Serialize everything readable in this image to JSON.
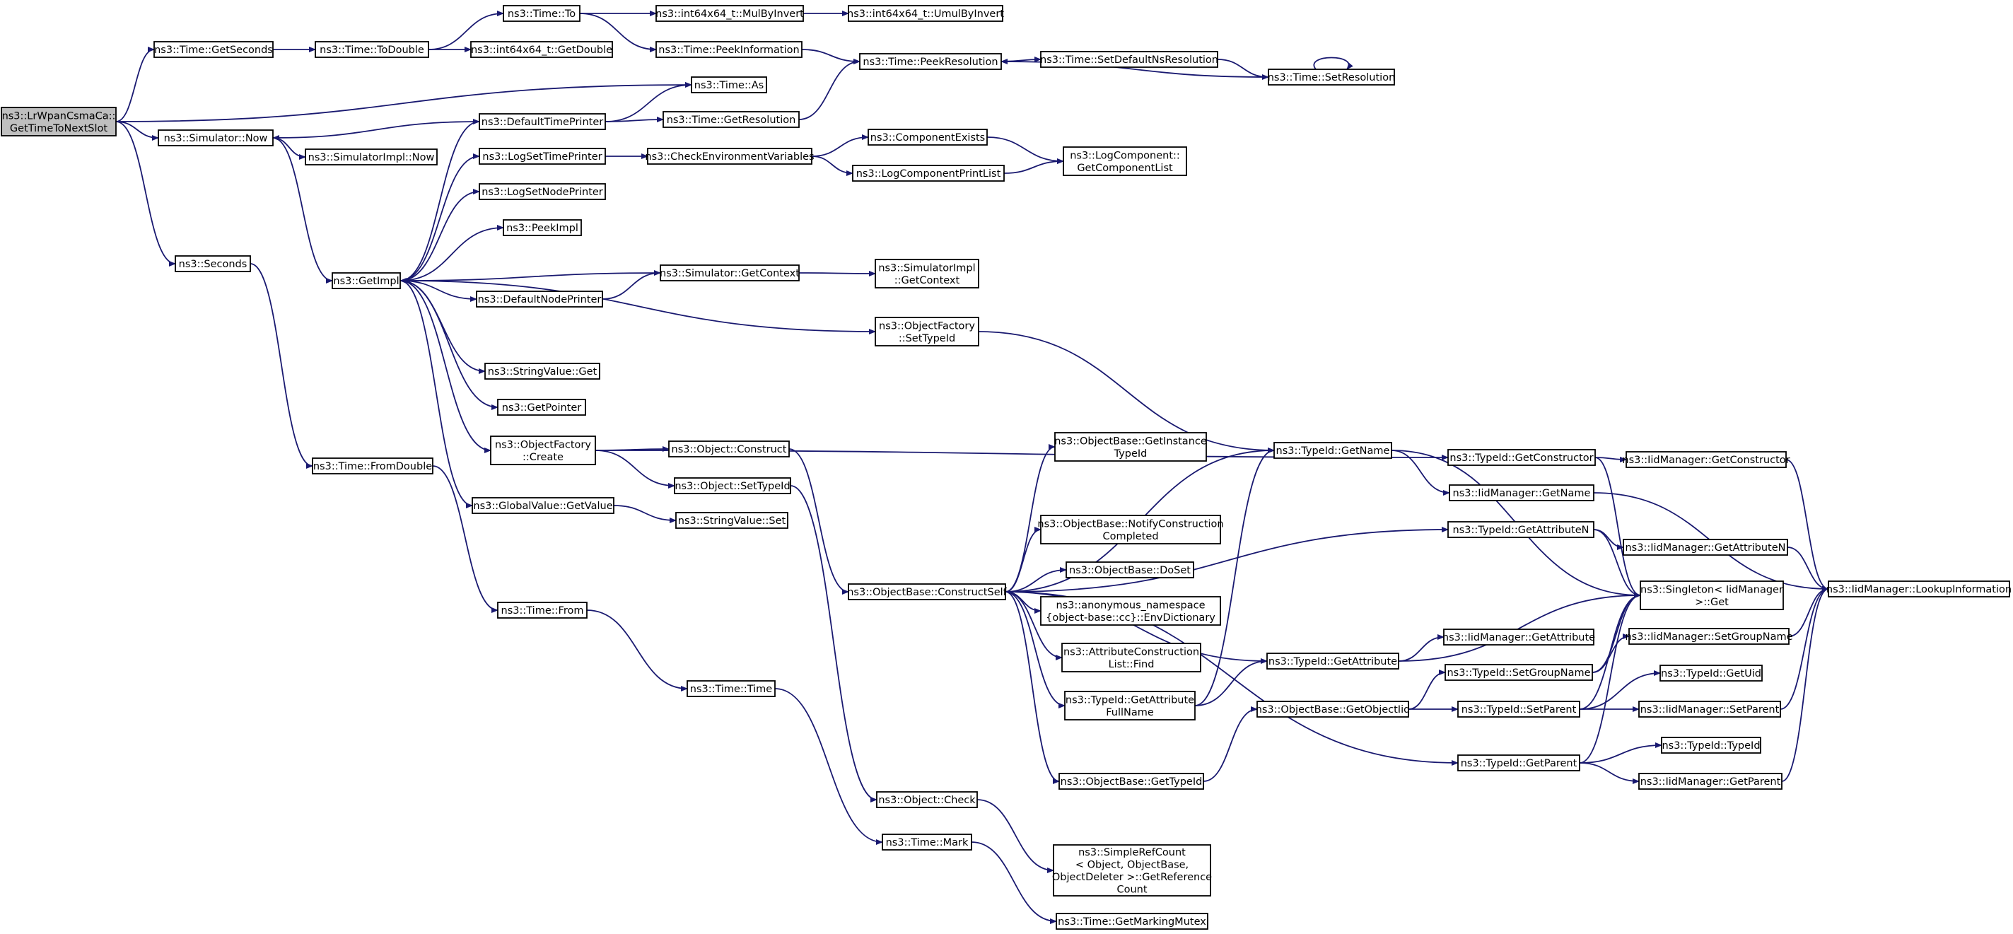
{
  "graph": {
    "type": "call-graph",
    "edge_color": "#191970",
    "root_fill": "#bfbfbf",
    "nodes": [
      {
        "id": "root",
        "label": [
          "ns3::LrWpanCsmaCa::",
          "GetTimeToNextSlot"
        ],
        "root": true
      },
      {
        "id": "timeGetSeconds",
        "label": [
          "ns3::Time::GetSeconds"
        ]
      },
      {
        "id": "timeToDouble",
        "label": [
          "ns3::Time::ToDouble"
        ]
      },
      {
        "id": "timeTo",
        "label": [
          "ns3::Time::To"
        ]
      },
      {
        "id": "mulByInvert",
        "label": [
          "ns3::int64x64_t::MulByInvert"
        ]
      },
      {
        "id": "umulByInvert",
        "label": [
          "ns3::int64x64_t::UmulByInvert"
        ]
      },
      {
        "id": "getDouble",
        "label": [
          "ns3::int64x64_t::GetDouble"
        ]
      },
      {
        "id": "peekInformation",
        "label": [
          "ns3::Time::PeekInformation"
        ]
      },
      {
        "id": "peekResolution",
        "label": [
          "ns3::Time::PeekResolution"
        ]
      },
      {
        "id": "setDefaultNs",
        "label": [
          "ns3::Time::SetDefaultNsResolution"
        ]
      },
      {
        "id": "setResolution",
        "label": [
          "ns3::Time::SetResolution"
        ]
      },
      {
        "id": "timeAs",
        "label": [
          "ns3::Time::As"
        ]
      },
      {
        "id": "defaultTimePrinter",
        "label": [
          "ns3::DefaultTimePrinter"
        ]
      },
      {
        "id": "getResolution",
        "label": [
          "ns3::Time::GetResolution"
        ]
      },
      {
        "id": "simNow",
        "label": [
          "ns3::Simulator::Now"
        ]
      },
      {
        "id": "simImplNow",
        "label": [
          "ns3::SimulatorImpl::Now"
        ]
      },
      {
        "id": "logSetTimePrinter",
        "label": [
          "ns3::LogSetTimePrinter"
        ]
      },
      {
        "id": "checkEnv",
        "label": [
          "ns3::CheckEnvironmentVariables"
        ]
      },
      {
        "id": "componentExists",
        "label": [
          "ns3::ComponentExists"
        ]
      },
      {
        "id": "logComponentPrintList",
        "label": [
          "ns3::LogComponentPrintList"
        ]
      },
      {
        "id": "getComponentList",
        "label": [
          "ns3::LogComponent::",
          "GetComponentList"
        ]
      },
      {
        "id": "logSetNodePrinter",
        "label": [
          "ns3::LogSetNodePrinter"
        ]
      },
      {
        "id": "peekImpl",
        "label": [
          "ns3::PeekImpl"
        ]
      },
      {
        "id": "seconds",
        "label": [
          "ns3::Seconds"
        ]
      },
      {
        "id": "getImpl",
        "label": [
          "ns3::GetImpl"
        ]
      },
      {
        "id": "simGetContext",
        "label": [
          "ns3::Simulator::GetContext"
        ]
      },
      {
        "id": "simImplGetContext",
        "label": [
          "ns3::SimulatorImpl",
          "::GetContext"
        ]
      },
      {
        "id": "defaultNodePrinter",
        "label": [
          "ns3::DefaultNodePrinter"
        ]
      },
      {
        "id": "ofSetTypeId",
        "label": [
          "ns3::ObjectFactory",
          "::SetTypeId"
        ]
      },
      {
        "id": "stringValueGet",
        "label": [
          "ns3::StringValue::Get"
        ]
      },
      {
        "id": "getPointer",
        "label": [
          "ns3::GetPointer"
        ]
      },
      {
        "id": "ofCreate",
        "label": [
          "ns3::ObjectFactory",
          "::Create"
        ]
      },
      {
        "id": "objConstruct",
        "label": [
          "ns3::Object::Construct"
        ]
      },
      {
        "id": "objSetTypeId",
        "label": [
          "ns3::Object::SetTypeId"
        ]
      },
      {
        "id": "timeFromDouble",
        "label": [
          "ns3::Time::FromDouble"
        ]
      },
      {
        "id": "gvGetValue",
        "label": [
          "ns3::GlobalValue::GetValue"
        ]
      },
      {
        "id": "stringValueSet",
        "label": [
          "ns3::StringValue::Set"
        ]
      },
      {
        "id": "obGetInstanceTypeId",
        "label": [
          "ns3::ObjectBase::GetInstance",
          "TypeId"
        ]
      },
      {
        "id": "typeIdGetName",
        "label": [
          "ns3::TypeId::GetName"
        ]
      },
      {
        "id": "typeIdGetConstructor",
        "label": [
          "ns3::TypeId::GetConstructor"
        ]
      },
      {
        "id": "iidGetConstructor",
        "label": [
          "ns3::IidManager::GetConstructor"
        ]
      },
      {
        "id": "iidGetName",
        "label": [
          "ns3::IidManager::GetName"
        ]
      },
      {
        "id": "obNotify",
        "label": [
          "ns3::ObjectBase::NotifyConstruction",
          "Completed"
        ]
      },
      {
        "id": "typeIdGetAttributeN",
        "label": [
          "ns3::TypeId::GetAttributeN"
        ]
      },
      {
        "id": "iidGetAttributeN",
        "label": [
          "ns3::IidManager::GetAttributeN"
        ]
      },
      {
        "id": "obDoSet",
        "label": [
          "ns3::ObjectBase::DoSet"
        ]
      },
      {
        "id": "obConstructSelf",
        "label": [
          "ns3::ObjectBase::ConstructSelf"
        ]
      },
      {
        "id": "singletonGet",
        "label": [
          "ns3::Singleton< IidManager",
          ">::Get"
        ]
      },
      {
        "id": "iidLookup",
        "label": [
          "ns3::IidManager::LookupInformation"
        ]
      },
      {
        "id": "envDict",
        "label": [
          "ns3::anonymous_namespace",
          "{object-base::cc}::EnvDictionary"
        ]
      },
      {
        "id": "timeFrom",
        "label": [
          "ns3::Time::From"
        ]
      },
      {
        "id": "iidGetAttribute",
        "label": [
          "ns3::IidManager::GetAttribute"
        ]
      },
      {
        "id": "iidSetGroupName",
        "label": [
          "ns3::IidManager::SetGroupName"
        ]
      },
      {
        "id": "acFind",
        "label": [
          "ns3::AttributeConstruction",
          "List::Find"
        ]
      },
      {
        "id": "typeIdGetAttribute",
        "label": [
          "ns3::TypeId::GetAttribute"
        ]
      },
      {
        "id": "typeIdSetGroupName",
        "label": [
          "ns3::TypeId::SetGroupName"
        ]
      },
      {
        "id": "typeIdGetUid",
        "label": [
          "ns3::TypeId::GetUid"
        ]
      },
      {
        "id": "timeTime",
        "label": [
          "ns3::Time::Time"
        ]
      },
      {
        "id": "typeIdGetAttrFullName",
        "label": [
          "ns3::TypeId::GetAttribute",
          "FullName"
        ]
      },
      {
        "id": "obGetObjectIid",
        "label": [
          "ns3::ObjectBase::GetObjectIid"
        ]
      },
      {
        "id": "typeIdSetParent",
        "label": [
          "ns3::TypeId::SetParent"
        ]
      },
      {
        "id": "iidSetParent",
        "label": [
          "ns3::IidManager::SetParent"
        ]
      },
      {
        "id": "typeIdTypeId",
        "label": [
          "ns3::TypeId::TypeId"
        ]
      },
      {
        "id": "obGetTypeId",
        "label": [
          "ns3::ObjectBase::GetTypeId"
        ]
      },
      {
        "id": "typeIdGetParent",
        "label": [
          "ns3::TypeId::GetParent"
        ]
      },
      {
        "id": "iidGetParent",
        "label": [
          "ns3::IidManager::GetParent"
        ]
      },
      {
        "id": "objCheck",
        "label": [
          "ns3::Object::Check"
        ]
      },
      {
        "id": "timeMark",
        "label": [
          "ns3::Time::Mark"
        ]
      },
      {
        "id": "simpleRefCount",
        "label": [
          "ns3::SimpleRefCount",
          "< Object, ObjectBase,",
          "ObjectDeleter >::GetReference",
          "Count"
        ]
      },
      {
        "id": "getMarkingMutex",
        "label": [
          "ns3::Time::GetMarkingMutex"
        ]
      }
    ],
    "edges": [
      [
        "root",
        "timeGetSeconds"
      ],
      [
        "root",
        "simNow"
      ],
      [
        "root",
        "timeAs"
      ],
      [
        "root",
        "seconds"
      ],
      [
        "timeGetSeconds",
        "timeToDouble"
      ],
      [
        "timeToDouble",
        "timeTo"
      ],
      [
        "timeToDouble",
        "getDouble"
      ],
      [
        "timeTo",
        "mulByInvert"
      ],
      [
        "timeTo",
        "peekInformation"
      ],
      [
        "mulByInvert",
        "umulByInvert"
      ],
      [
        "peekInformation",
        "peekResolution"
      ],
      [
        "peekResolution",
        "setDefaultNs"
      ],
      [
        "setDefaultNs",
        "setResolution"
      ],
      [
        "setResolution",
        "peekResolution"
      ],
      [
        "setResolution",
        "setResolution"
      ],
      [
        "defaultTimePrinter",
        "timeAs"
      ],
      [
        "defaultTimePrinter",
        "getResolution"
      ],
      [
        "defaultTimePrinter",
        "simNow"
      ],
      [
        "getResolution",
        "peekResolution"
      ],
      [
        "simNow",
        "simImplNow"
      ],
      [
        "simNow",
        "getImpl"
      ],
      [
        "logSetTimePrinter",
        "checkEnv"
      ],
      [
        "checkEnv",
        "componentExists"
      ],
      [
        "checkEnv",
        "logComponentPrintList"
      ],
      [
        "componentExists",
        "getComponentList"
      ],
      [
        "logComponentPrintList",
        "getComponentList"
      ],
      [
        "getImpl",
        "defaultTimePrinter"
      ],
      [
        "getImpl",
        "logSetTimePrinter"
      ],
      [
        "getImpl",
        "logSetNodePrinter"
      ],
      [
        "getImpl",
        "peekImpl"
      ],
      [
        "getImpl",
        "defaultNodePrinter"
      ],
      [
        "getImpl",
        "ofSetTypeId"
      ],
      [
        "getImpl",
        "stringValueGet"
      ],
      [
        "getImpl",
        "getPointer"
      ],
      [
        "getImpl",
        "ofCreate"
      ],
      [
        "getImpl",
        "gvGetValue"
      ],
      [
        "simGetContext",
        "getImpl"
      ],
      [
        "simGetContext",
        "simImplGetContext"
      ],
      [
        "defaultNodePrinter",
        "simGetContext"
      ],
      [
        "ofSetTypeId",
        "typeIdGetName"
      ],
      [
        "ofCreate",
        "typeIdGetConstructor"
      ],
      [
        "ofCreate",
        "objConstruct"
      ],
      [
        "ofCreate",
        "objSetTypeId"
      ],
      [
        "objConstruct",
        "obConstructSelf"
      ],
      [
        "objSetTypeId",
        "objCheck"
      ],
      [
        "gvGetValue",
        "stringValueSet"
      ],
      [
        "seconds",
        "timeFromDouble"
      ],
      [
        "timeFromDouble",
        "timeFrom"
      ],
      [
        "timeFrom",
        "timeTime"
      ],
      [
        "timeTime",
        "timeMark"
      ],
      [
        "timeMark",
        "getMarkingMutex"
      ],
      [
        "objCheck",
        "simpleRefCount"
      ],
      [
        "obConstructSelf",
        "obGetInstanceTypeId"
      ],
      [
        "obConstructSelf",
        "typeIdGetName"
      ],
      [
        "obConstructSelf",
        "obNotify"
      ],
      [
        "obConstructSelf",
        "typeIdGetAttributeN"
      ],
      [
        "obConstructSelf",
        "obDoSet"
      ],
      [
        "obConstructSelf",
        "envDict"
      ],
      [
        "obConstructSelf",
        "acFind"
      ],
      [
        "obConstructSelf",
        "typeIdGetAttrFullName"
      ],
      [
        "obConstructSelf",
        "typeIdGetAttribute"
      ],
      [
        "obConstructSelf",
        "obGetTypeId"
      ],
      [
        "obConstructSelf",
        "typeIdGetParent"
      ],
      [
        "typeIdGetAttrFullName",
        "typeIdGetName"
      ],
      [
        "typeIdGetAttrFullName",
        "typeIdGetAttribute"
      ],
      [
        "typeIdGetName",
        "iidGetName"
      ],
      [
        "typeIdGetName",
        "singletonGet"
      ],
      [
        "typeIdGetConstructor",
        "iidGetConstructor"
      ],
      [
        "typeIdGetConstructor",
        "singletonGet"
      ],
      [
        "iidGetConstructor",
        "iidLookup"
      ],
      [
        "iidGetName",
        "iidLookup"
      ],
      [
        "typeIdGetAttributeN",
        "iidGetAttributeN"
      ],
      [
        "typeIdGetAttributeN",
        "singletonGet"
      ],
      [
        "iidGetAttributeN",
        "iidLookup"
      ],
      [
        "typeIdGetAttribute",
        "iidGetAttribute"
      ],
      [
        "typeIdGetAttribute",
        "singletonGet"
      ],
      [
        "obGetTypeId",
        "obGetObjectIid"
      ],
      [
        "obGetObjectIid",
        "typeIdSetGroupName"
      ],
      [
        "obGetObjectIid",
        "typeIdSetParent"
      ],
      [
        "typeIdSetGroupName",
        "iidSetGroupName"
      ],
      [
        "typeIdSetGroupName",
        "singletonGet"
      ],
      [
        "iidSetGroupName",
        "iidLookup"
      ],
      [
        "typeIdSetParent",
        "typeIdGetUid"
      ],
      [
        "typeIdSetParent",
        "iidSetParent"
      ],
      [
        "typeIdSetParent",
        "singletonGet"
      ],
      [
        "iidSetParent",
        "iidLookup"
      ],
      [
        "typeIdGetParent",
        "typeIdTypeId"
      ],
      [
        "typeIdGetParent",
        "iidGetParent"
      ],
      [
        "typeIdGetParent",
        "singletonGet"
      ],
      [
        "iidGetParent",
        "iidLookup"
      ]
    ]
  }
}
